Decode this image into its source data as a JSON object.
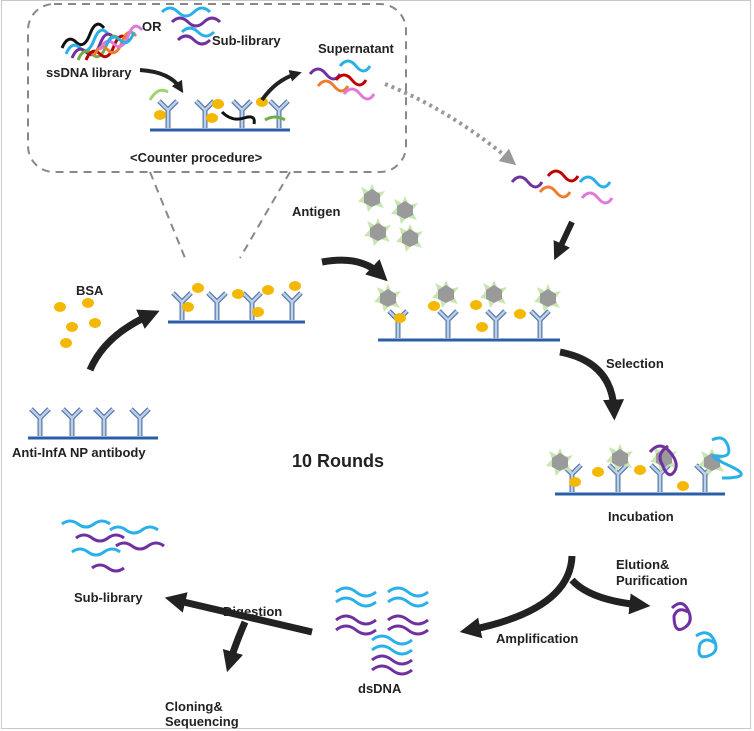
{
  "labels": {
    "or": "OR",
    "sub_library_top": "Sub-library",
    "ssdna_library": "ssDNA library",
    "supernatant": "Supernatant",
    "counter_procedure": "<Counter procedure>",
    "antigen": "Antigen",
    "bsa": "BSA",
    "antibody": "Anti-InfA NP antibody",
    "rounds": "10 Rounds",
    "selection": "Selection",
    "incubation": "Incubation",
    "elution_line1": "Elution&",
    "elution_line2": "Purification",
    "amplification": "Amplification",
    "dsdna": "dsDNA",
    "digestion": "Digestion",
    "sub_library_bottom": "Sub-library",
    "cloning_line1": "Cloning&",
    "cloning_line2": "Sequencing"
  },
  "colors": {
    "antibody": "#9fb7d6",
    "bsa": "#f5b800",
    "antigen_core": "#9a9a9a",
    "antigen_halo": "#c8e6b0",
    "dna_blue": "#2ab0e8",
    "dna_purple": "#7030a0",
    "dna_red": "#c00000",
    "dna_orange": "#ed7d31",
    "dna_pink": "#e07ad8",
    "arrow": "#222222"
  }
}
